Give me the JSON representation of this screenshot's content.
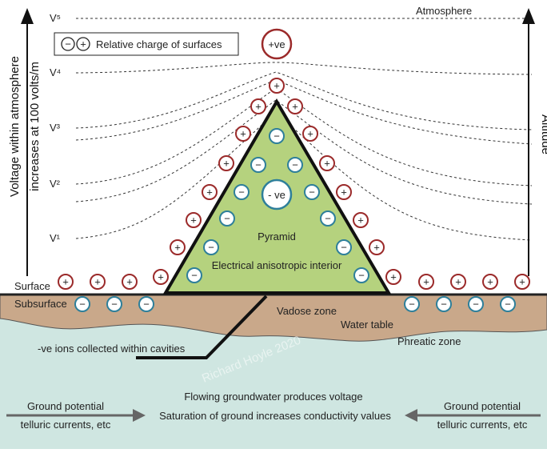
{
  "levels": [
    "V⁵",
    "V⁴",
    "V³",
    "V²",
    "V¹"
  ],
  "atmosphere_label": "Atmosphere",
  "legend": {
    "minus_symbol": "−",
    "plus_symbol": "+",
    "label": "Relative charge of surfaces"
  },
  "top_charge": "+ve",
  "pyramid_charge": "- ve",
  "left_axis": {
    "line1": "Voltage within atmosphere",
    "line2": "increases at 100 volts/m"
  },
  "right_axis": {
    "label": "Altitude"
  },
  "pyramid": {
    "label": "Pyramid",
    "interior": "Electrical anisotropic interior"
  },
  "surface_label": "Surface",
  "subsurface_label": "Subsurface",
  "vadose_label": "Vadose zone",
  "water_table_label": "Water table",
  "phreatic_label": "Phreatic zone",
  "cavity_label": "-ve ions collected within cavities",
  "watermark": "Richard Hoyle 2020",
  "bottom": {
    "line1": "Flowing groundwater produces voltage",
    "line2": "Saturation of ground increases conductivity values",
    "left": [
      "Ground potential",
      "telluric currents, etc"
    ],
    "right": [
      "Ground potential",
      "telluric currents, etc"
    ]
  },
  "colors": {
    "positive": "#9b2a2a",
    "negative": "#2e7f9a",
    "pyramid_fill": "#b5d27e",
    "soil": "#c9a88a",
    "groundwater": "#cfe6e1"
  }
}
